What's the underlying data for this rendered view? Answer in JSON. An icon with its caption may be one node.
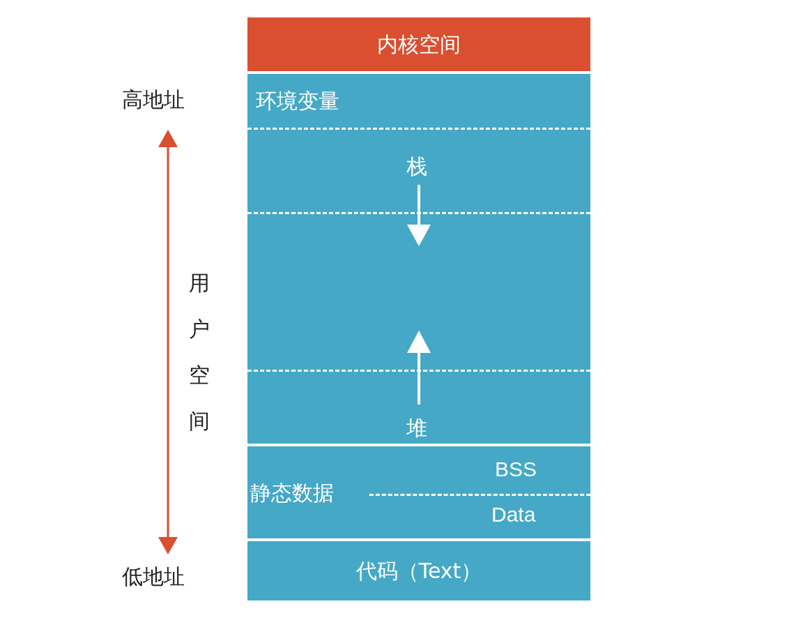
{
  "diagram": {
    "nodes": [
      {
        "text": [
          "内核空间"
        ]
      },
      {
        "text": [
          "环境变量"
        ]
      },
      {
        "text": [
          "栈"
        ]
      },
      {
        "text": [
          "堆"
        ]
      },
      {
        "text": [
          "静态数据"
        ]
      },
      {
        "text": [
          "BSS"
        ],
        "in": 4
      },
      {
        "text": [
          "Data"
        ],
        "in": 4
      },
      {
        "text": [
          "代码（Text）"
        ]
      }
    ],
    "labels": [
      "高地址",
      "用户空间",
      "低地址"
    ]
  }
}
